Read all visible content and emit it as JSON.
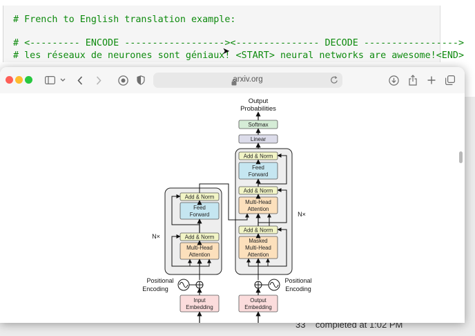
{
  "code": {
    "lines": [
      "# French to English translation example:",
      "# <--------- ENCODE ------------------><--------------- DECODE ----------------->",
      "# les réseaux de neurones sont géniaux! <START> neural networks are awesome!<END>"
    ]
  },
  "background_status": "33    completed at 1:02 PM",
  "browser": {
    "url": "arxiv.org",
    "icons": [
      "sidebar-icon",
      "chevron-down-icon",
      "back-icon",
      "forward-icon",
      "privacy-report-icon",
      "shield-icon",
      "lock-icon",
      "reload-icon",
      "download-icon",
      "share-icon",
      "new-tab-icon",
      "tabs-overview-icon"
    ]
  },
  "diagram": {
    "output_label_1": "Output",
    "output_label_2": "Probabilities",
    "softmax": "Softmax",
    "linear": "Linear",
    "add_norm": "Add & Norm",
    "feed": "Feed",
    "forward": "Forward",
    "multi_head": "Multi-Head",
    "attention": "Attention",
    "masked": "Masked",
    "nx": "N×",
    "positional": "Positional",
    "encoding": "Encoding",
    "input": "Input",
    "output": "Output",
    "embedding": "Embedding",
    "colors": {
      "add_norm": "#f2f5c6",
      "feed_forward": "#c5e6f1",
      "attention": "#fce0bc",
      "embedding": "#fbdcdc",
      "softmax": "#d5ecd6",
      "linear": "#dcdcea",
      "stack_bg": "#eeeeee"
    }
  }
}
